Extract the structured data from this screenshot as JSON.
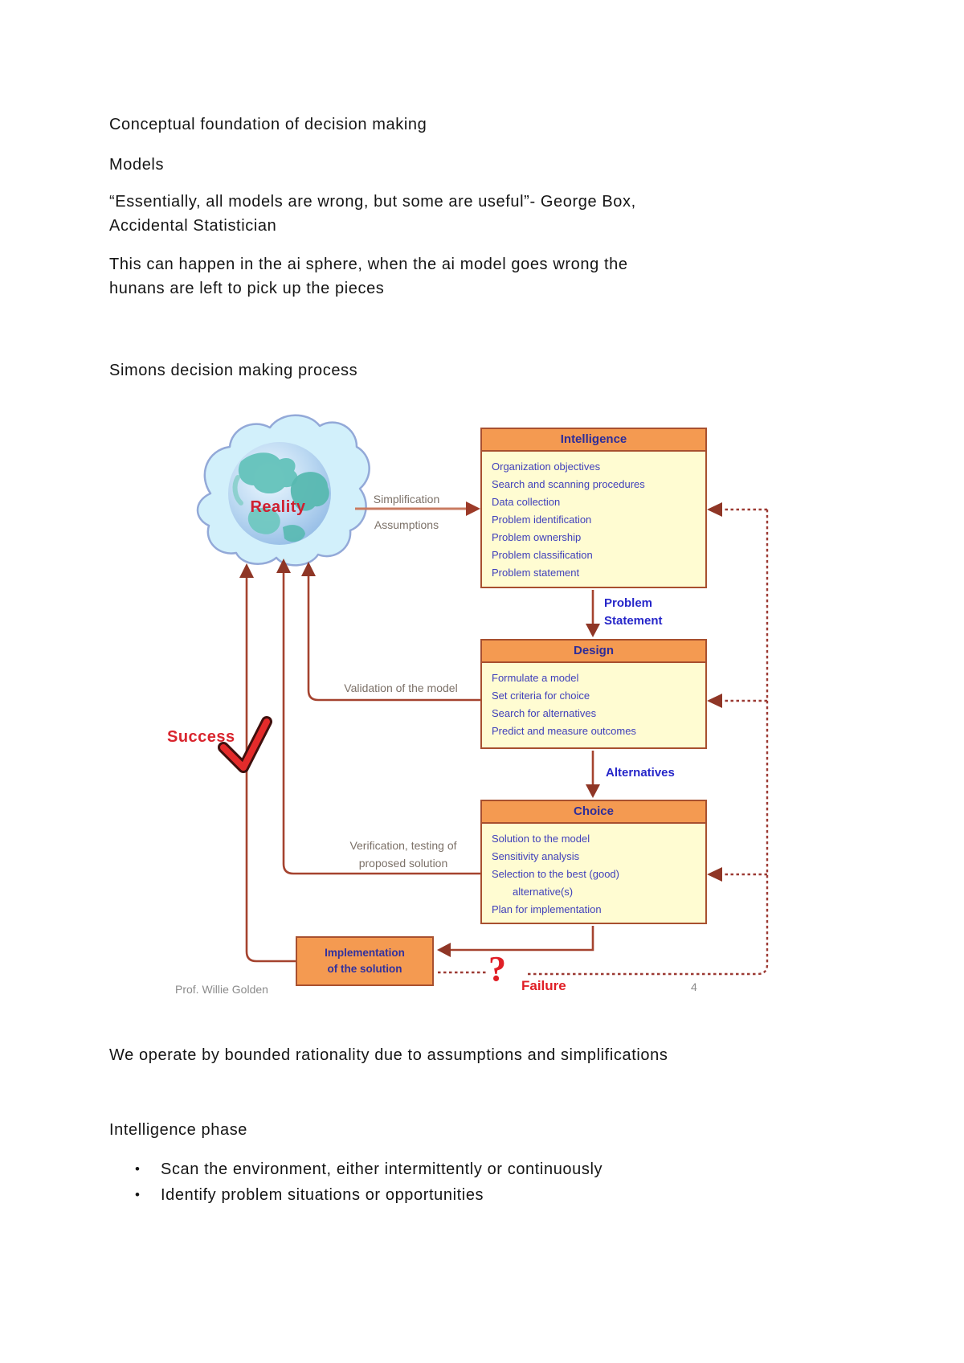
{
  "document": {
    "paragraphs": {
      "heading": "Conceptual foundation of decision making",
      "models": "Models",
      "quote_line1": "“Essentially, all models are wrong, but some are useful”- George Box,",
      "quote_line2": "Accidental Statistician",
      "ai_line1": "This can happen in the ai sphere, when the ai model goes wrong the",
      "ai_line2": "hunans are left to pick up the pieces",
      "diagram_heading": "Simons decision making process",
      "bounded": "We operate by bounded rationality due to assumptions and simplifications",
      "intelligence_phase": "Intelligence phase",
      "bullet_glyph": "•",
      "bullet1": "Scan the environment, either intermittently or continuously",
      "bullet2": "Identify problem situations or opportunities"
    }
  },
  "diagram": {
    "reality_label": "Reality",
    "simplification_label": "Simplification",
    "assumptions_label": "Assumptions",
    "problem_statement_line1": "Problem",
    "problem_statement_line2": "Statement",
    "alternatives_label": "Alternatives",
    "validation_label": "Validation of the model",
    "verification_line1": "Verification, testing of",
    "verification_line2": "proposed solution",
    "success_label": "Success",
    "failure_label": "Failure",
    "failure_mark": "?",
    "boxes": {
      "intelligence": {
        "title": "Intelligence",
        "items": [
          "Organization objectives",
          "Search and scanning procedures",
          "Data collection",
          "Problem identification",
          "Problem ownership",
          "Problem classification",
          "Problem statement"
        ]
      },
      "design": {
        "title": "Design",
        "items": [
          "Formulate a model",
          "Set criteria for choice",
          "Search for alternatives",
          "Predict and measure outcomes"
        ]
      },
      "choice": {
        "title": "Choice",
        "items": [
          "Solution to the model",
          "Sensitivity analysis",
          "Selection to the best (good)",
          "alternative(s)",
          "Plan for implementation"
        ]
      },
      "implementation": {
        "title_line1": "Implementation",
        "title_line2": "of the solution"
      }
    },
    "footer": {
      "author": "Prof. Willie Golden",
      "page_number": "4"
    },
    "colors": {
      "box_border": "#a8502f",
      "box_header_fill": "#f49a51",
      "box_body_fill": "#fffcd2",
      "box_header_text": "#2d2d99",
      "box_body_text": "#4040bb",
      "arrow": "#a5432f",
      "dashed_feedback": "#9c3a33",
      "label_gray": "#7c7168",
      "reality_red": "#cf2030",
      "status_red": "#e01f26",
      "cloud_fill": "#d2f0fb",
      "cloud_border": "#93a9d8"
    }
  }
}
